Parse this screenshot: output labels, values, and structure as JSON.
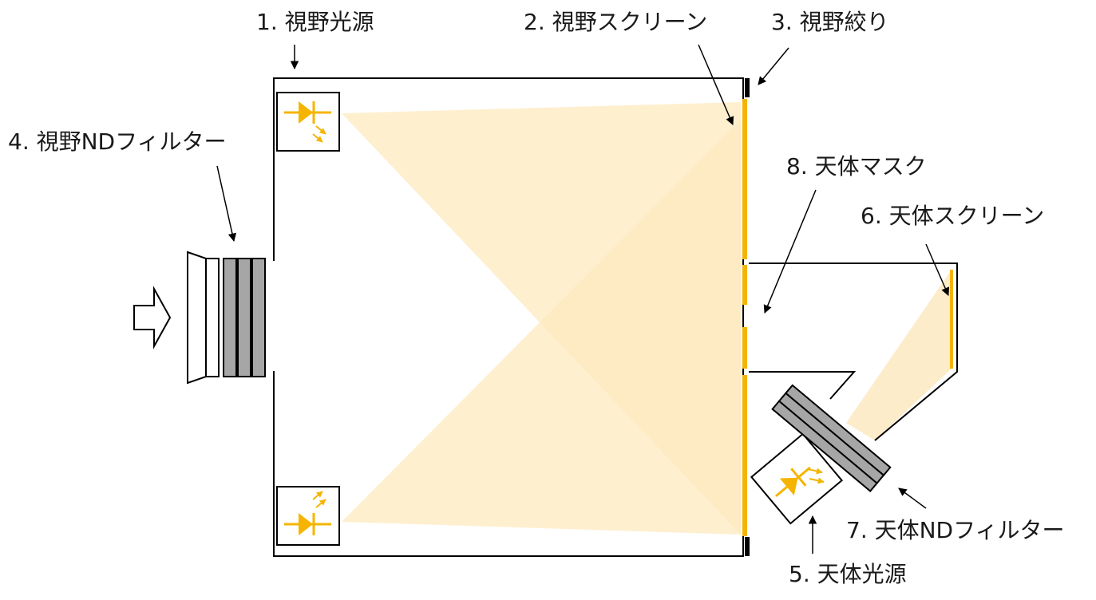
{
  "labels": {
    "field_light_source": "1. 視野光源",
    "field_screen": "2. 視野スクリーン",
    "field_stop": "3. 視野絞り",
    "field_nd_filter": "4. 視野NDフィルター",
    "celestial_light_source": "5. 天体光源",
    "celestial_screen": "6. 天体スクリーン",
    "celestial_nd_filter": "7. 天体NDフィルター",
    "celestial_mask": "8. 天体マスク"
  },
  "colors": {
    "light_beam": "#fde9bf",
    "screen": "#f5b400",
    "led": "#f5b400",
    "filter_gray": "#a6a6a6",
    "outline": "#000000"
  },
  "icons": {
    "led": "led-diode-icon",
    "input_arrow": "right-arrow-icon"
  }
}
